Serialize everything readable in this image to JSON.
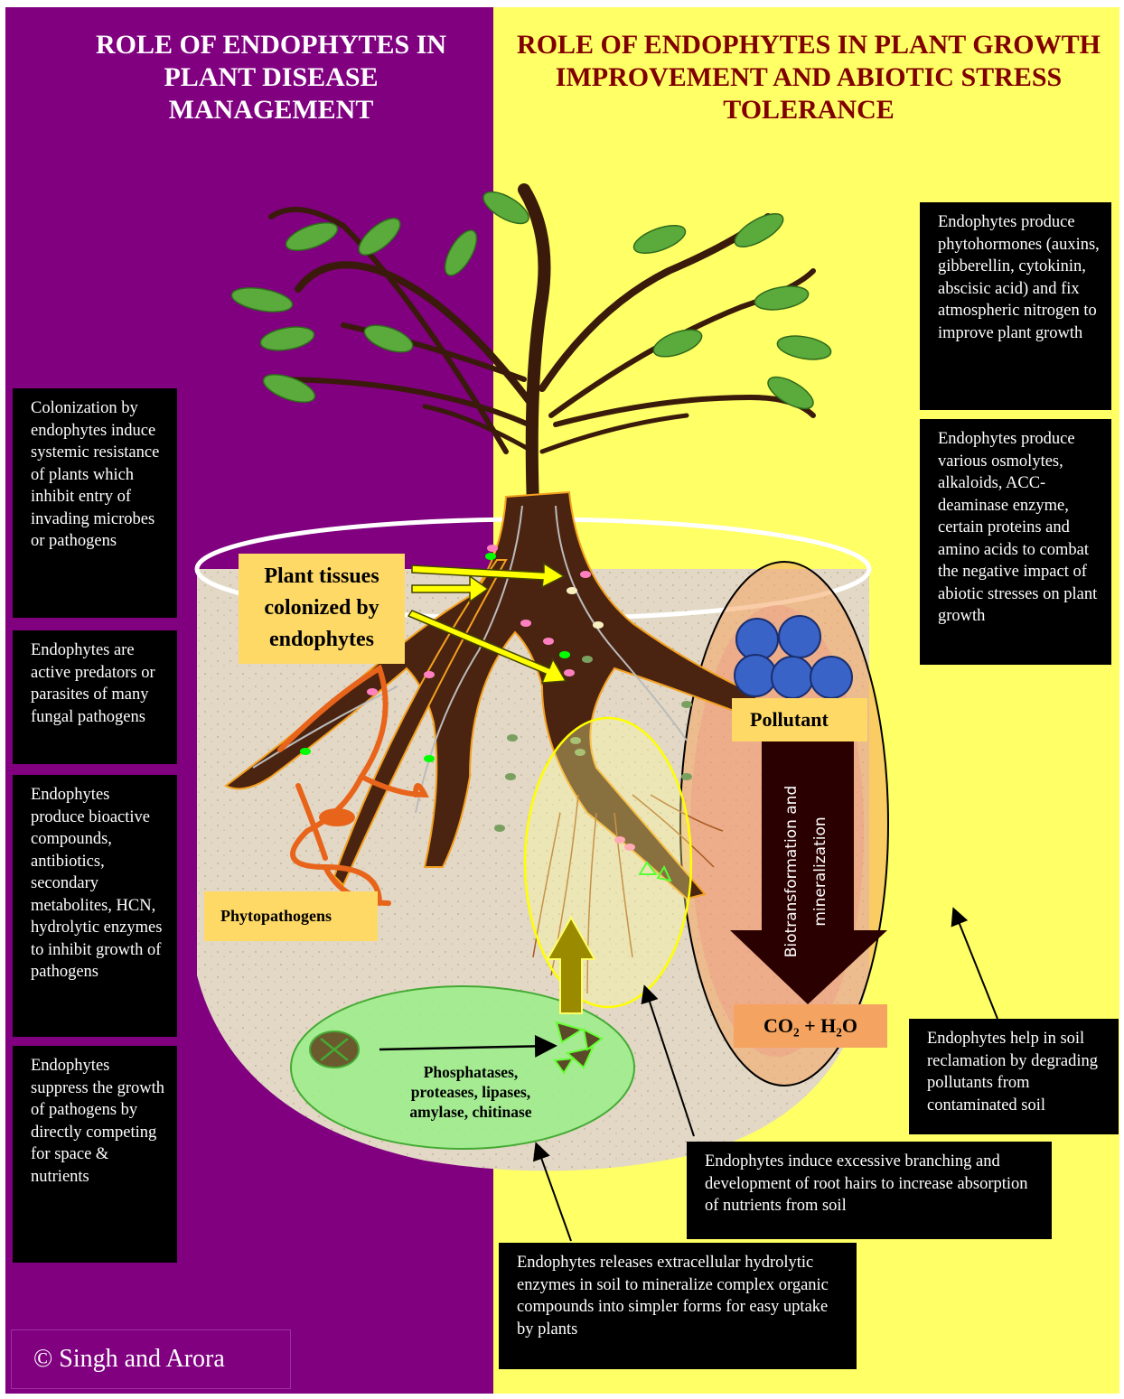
{
  "titles": {
    "left": "ROLE OF ENDOPHYTES IN PLANT DISEASE MANAGEMENT",
    "right": "ROLE OF ENDOPHYTES IN PLANT GROWTH IMPROVEMENT AND ABIOTIC STRESS TOLERANCE"
  },
  "left_boxes": [
    "Colonization by endophytes induce systemic resistance of plants which inhibit entry of invading microbes or pathogens",
    "Endophytes are active predators or parasites of many fungal pathogens",
    "Endophytes produce bioactive compounds, antibiotics, secondary metabolites, HCN, hydrolytic enzymes to inhibit growth of pathogens",
    "Endophytes suppress the growth of pathogens by directly competing for space & nutrients"
  ],
  "right_boxes": [
    "Endophytes produce phytohormones (auxins, gibberellin, cytokinin, abscisic acid) and fix atmospheric nitrogen to improve plant growth",
    "Endophytes produce various osmolytes, alkaloids, ACC-deaminase enzyme, certain proteins and amino acids to combat the negative impact of abiotic stresses on plant growth"
  ],
  "bottom_boxes": {
    "soil_reclamation": "Endophytes help in soil reclamation by degrading pollutants from contaminated soil",
    "root_branching": "Endophytes induce excessive branching and development of root hairs to increase absorption of nutrients from soil",
    "enzymes": "Endophytes releases extracellular hydrolytic enzymes in soil to mineralize complex organic compounds into simpler forms for easy uptake by plants"
  },
  "diagram_labels": {
    "plant_tissues": "Plant tissues colonized by endophytes",
    "phytopathogens": "Phytopathogens",
    "pollutant": "Pollutant",
    "biotransformation": "Biotransformation and\nmineralization",
    "products": "CO₂ + H₂O",
    "enzymes_list": "Phosphatases, proteases, lipases, amylase, chitinase"
  },
  "copyright": "© Singh and Arora",
  "colors": {
    "left_panel": "#800080",
    "right_panel": "#ffff66",
    "right_title": "#800000",
    "root": "#4a2410",
    "leaf": "#5aaa3c",
    "label_bg": "#ffd966",
    "pollutant_ball": "#3a63c7",
    "arrow_dark": "#2b0000"
  }
}
